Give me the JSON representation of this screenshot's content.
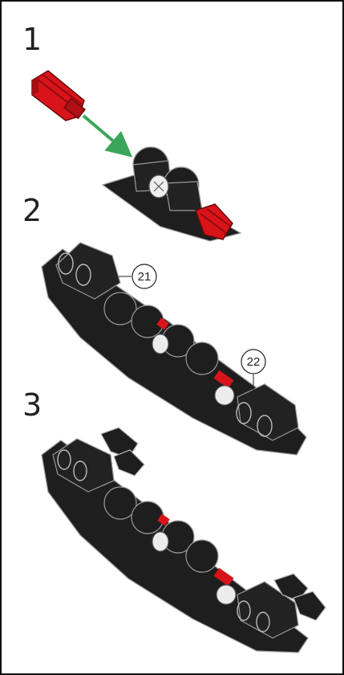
{
  "steps": [
    {
      "number": "1"
    },
    {
      "number": "2"
    },
    {
      "number": "3"
    }
  ],
  "callouts": [
    {
      "label": "21"
    },
    {
      "label": "22"
    }
  ],
  "colors": {
    "part_red": "#d8141a",
    "part_red_dark": "#8e0b0e",
    "arrow_green": "#3aa65a",
    "body_black": "#1e1e1e",
    "outline_gray": "#8a8a8a"
  },
  "icons": [
    "insert-arrow-icon"
  ]
}
